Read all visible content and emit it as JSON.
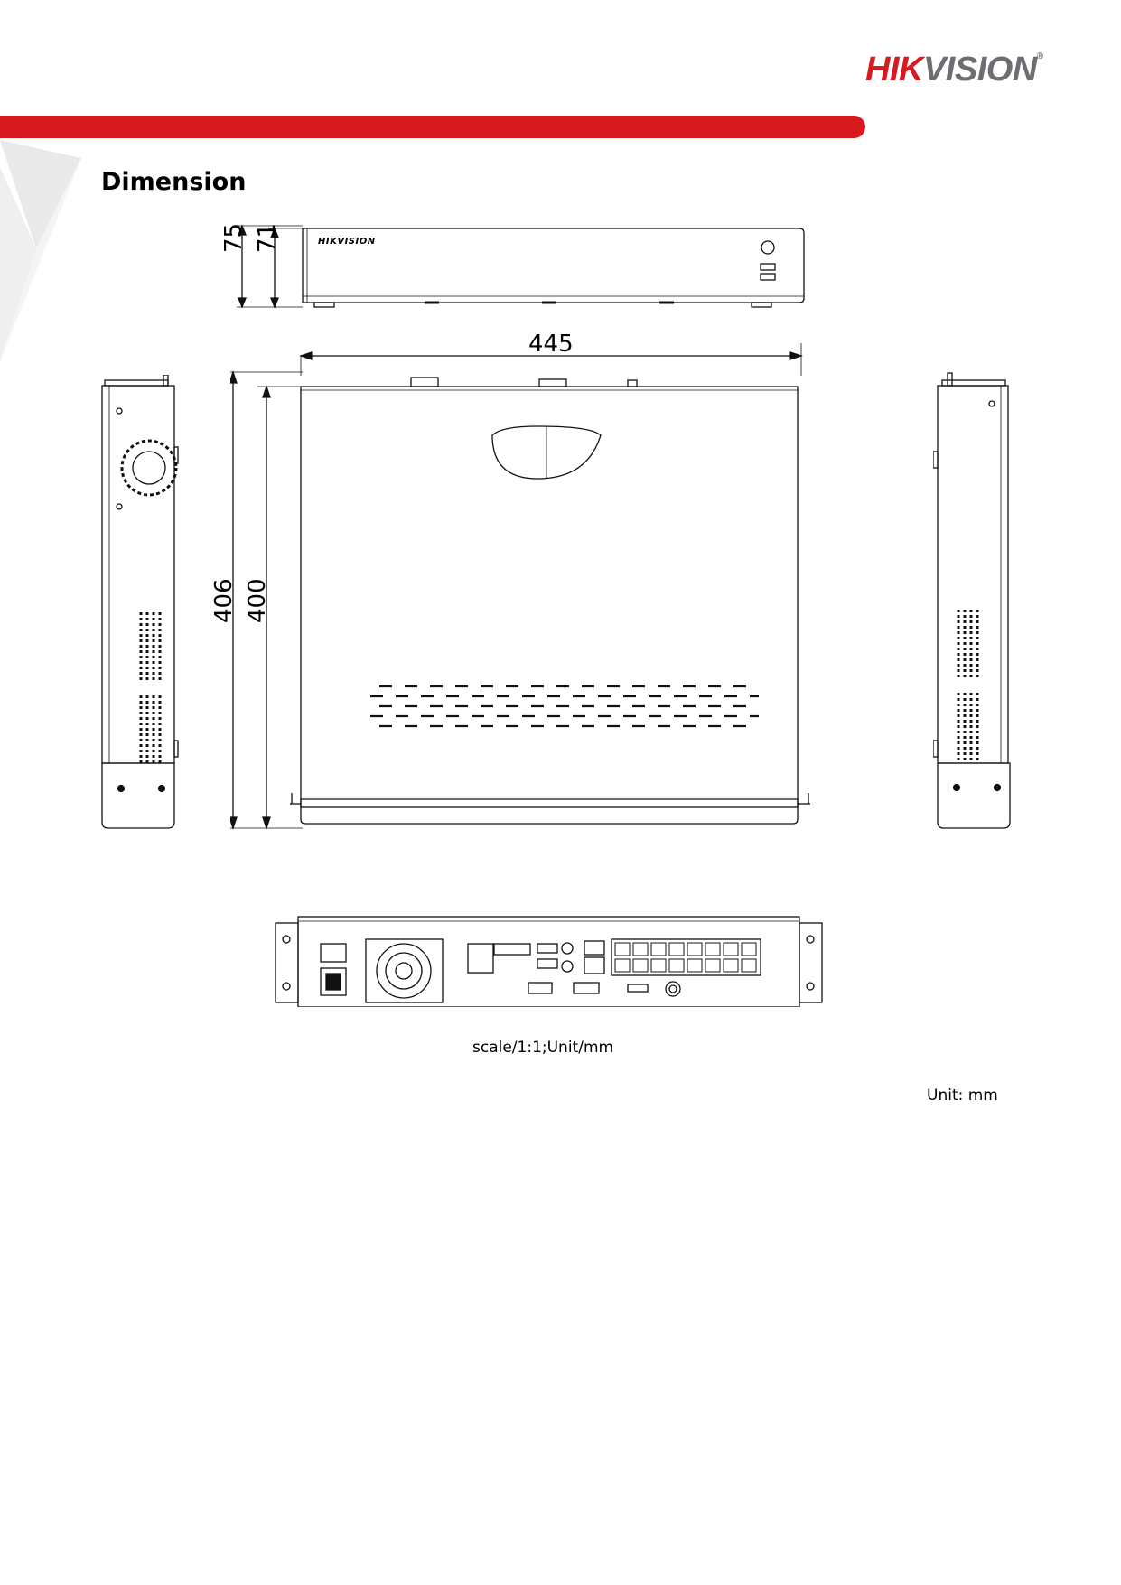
{
  "header": {
    "logo_part1": "HIK",
    "logo_part2": "VISION",
    "logo_mark": "®",
    "brand_color": "#d71920"
  },
  "section": {
    "title": "Dimension"
  },
  "dimensions": {
    "front_total_height": "75",
    "front_body_height": "71",
    "top_width": "445",
    "top_total_depth": "406",
    "top_body_depth": "400",
    "front_logo_text": "HIKVISION"
  },
  "notes": {
    "scale": "scale/1:1;Unit/mm",
    "unit": "Unit: mm"
  }
}
